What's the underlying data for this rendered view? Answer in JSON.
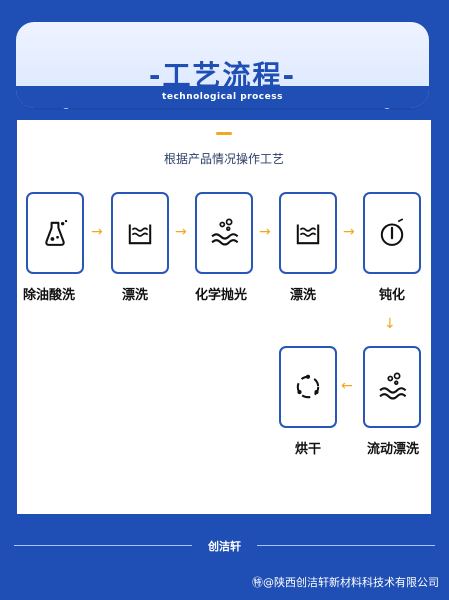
{
  "header": {
    "title": "-工艺流程-",
    "subtitle_en": "technological process"
  },
  "panel": {
    "subtitle": "根据产品情况操作工艺"
  },
  "steps": [
    {
      "label": "除油酸洗",
      "icon": "flask-icon"
    },
    {
      "label": "漂洗",
      "icon": "water-basin-icon"
    },
    {
      "label": "化学抛光",
      "icon": "bubbles-wave-icon"
    },
    {
      "label": "漂洗",
      "icon": "water-basin-icon"
    },
    {
      "label": "钝化",
      "icon": "power-circle-icon"
    },
    {
      "label": "流动漂洗",
      "icon": "bubbles-wave-icon"
    },
    {
      "label": "烘干",
      "icon": "cycle-icon"
    }
  ],
  "arrows": [
    "→",
    "→",
    "→",
    "→",
    "↓",
    "←"
  ],
  "footer": {
    "brand": "创洁轩",
    "watermark": "㊕@陕西创洁轩新材料科技术有限公司"
  },
  "colors": {
    "background": "#1f4fb5",
    "accent": "#f2a81d",
    "border": "#2a56b8"
  }
}
